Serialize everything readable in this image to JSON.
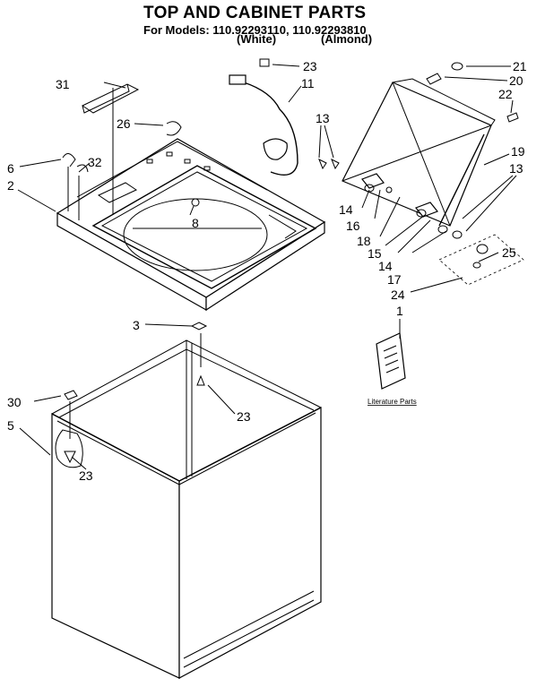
{
  "header": {
    "title": "TOP AND CABINET PARTS",
    "models_line": "For Models: 110.92293110, 110.92293810",
    "variant_white": "(White)",
    "variant_almond": "(Almond)"
  },
  "callouts": {
    "c1": "1",
    "c2": "2",
    "c3": "3",
    "c5": "5",
    "c6": "6",
    "c8": "8",
    "c11": "11",
    "c13a": "13",
    "c13b": "13",
    "c14a": "14",
    "c14b": "14",
    "c15": "15",
    "c16": "16",
    "c17": "17",
    "c18": "18",
    "c19": "19",
    "c20": "20",
    "c21": "21",
    "c22": "22",
    "c23a": "23",
    "c23b": "23",
    "c23c": "23",
    "c24": "24",
    "c25": "25",
    "c26": "26",
    "c30": "30",
    "c31": "31",
    "c32": "32"
  },
  "literature_label": "Literature Parts"
}
